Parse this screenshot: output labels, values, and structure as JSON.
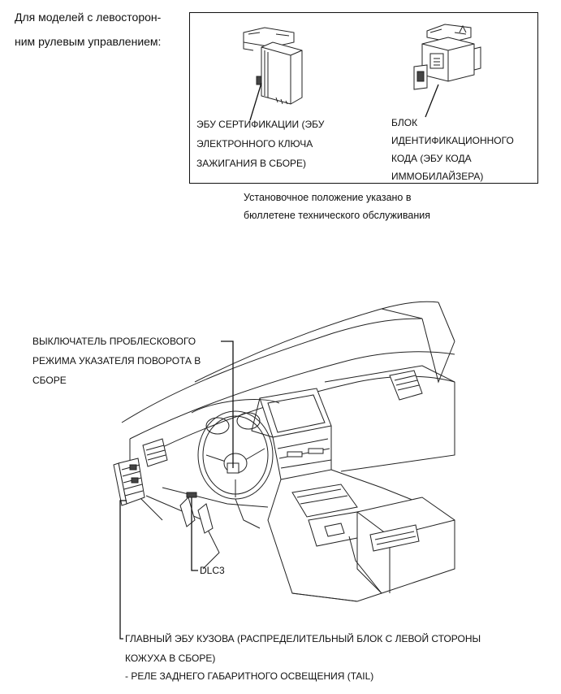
{
  "header": {
    "lhd_note_line1": "Для моделей с левосторон-",
    "lhd_note_line2": "ним рулевым управлением:"
  },
  "top_box": {
    "ecu_cert_label": [
      "ЭБУ СЕРТИФИКАЦИИ (ЭБУ",
      "ЭЛЕКТРОННОГО КЛЮЧА",
      "ЗАЖИГАНИЯ В СБОРЕ)"
    ],
    "id_code_label": [
      "БЛОК",
      "ИДЕНТИФИКАЦИОННОГО",
      "КОДА (ЭБУ КОДА",
      "ИММОБИЛАЙЗЕРА)"
    ]
  },
  "install_note": [
    "Установочное положение указано в",
    "бюллетене технического обслуживания"
  ],
  "dashboard": {
    "hazard_switch_label": [
      "ВЫКЛЮЧАТЕЛЬ ПРОБЛЕСКОВОГО",
      "РЕЖИМА УКАЗАТЕЛЯ ПОВОРОТА В",
      "СБОРЕ"
    ],
    "dlc3_label": "DLC3",
    "main_body_ecu_label": [
      "ГЛАВНЫЙ ЭБУ КУЗОВА (РАСПРЕДЕЛИТЕЛЬНЫЙ БЛОК С ЛЕВОЙ СТОРОНЫ",
      "КОЖУХА В СБОРЕ)",
      "- РЕЛЕ ЗАДНЕГО ГАБАРИТНОГО ОСВЕЩЕНИЯ (TAIL)"
    ]
  }
}
